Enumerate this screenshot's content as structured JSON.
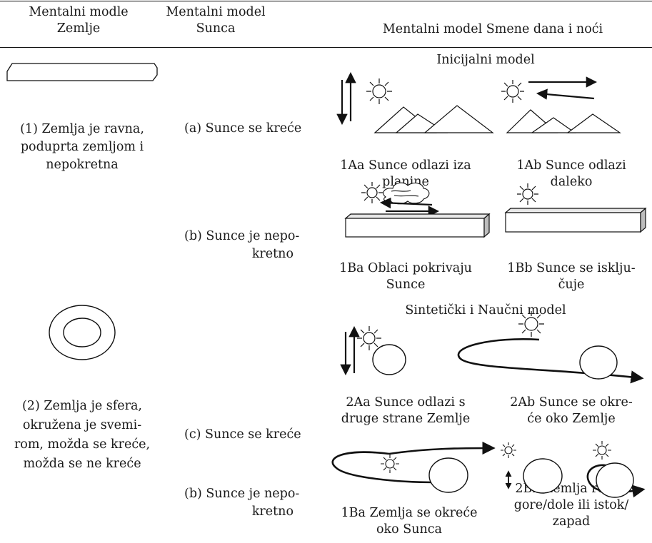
{
  "header": {
    "col_earth": [
      "Mentalni modle",
      "Zemlje"
    ],
    "col_sun": [
      "Mentalni model",
      "Sunca"
    ],
    "col_daynight": "Mentalni model Smene dana i noći"
  },
  "sections": {
    "initial_title": "Inicijalni model",
    "synthetic_title": "Sintetički i Naučni model"
  },
  "earth_models": [
    [
      "(1) Zemlja je ravna,",
      "poduprta zemljom i",
      "nepokretna"
    ],
    [
      "(2) Zemlja je sfera,",
      "okružena je svemi-",
      "rom, možda se kreće,",
      "možda se ne kreće"
    ]
  ],
  "sun_models": {
    "a": "(a) Sunce se kreće",
    "b1": [
      "(b) Sunce je nepo-",
      "kretno"
    ],
    "c": "(c) Sunce se kreće",
    "b2": [
      "(b) Sunce je nepo-",
      "kretno"
    ]
  },
  "captions": {
    "1Aa": [
      "1Aa Sunce odlazi iza",
      "planine"
    ],
    "1Ab": [
      "1Ab Sunce odlazi",
      "daleko"
    ],
    "1Ba": [
      "1Ba Oblaci pokrivaju",
      "Sunce"
    ],
    "1Bb": [
      "1Bb Sunce se isklju-",
      "čuje"
    ],
    "2Aa": [
      "2Aa Sunce odlazi s",
      "druge strane Zemlje"
    ],
    "2Ab": [
      "2Ab Sunce se okre-",
      "će oko Zemlje"
    ],
    "1Ba_z": [
      "1Ba Zemlja se okreće",
      "oko Sunca"
    ],
    "2Bb": [
      "2Bb Zemlja rotira",
      "gore/dole ili istok/",
      "zapad"
    ]
  }
}
